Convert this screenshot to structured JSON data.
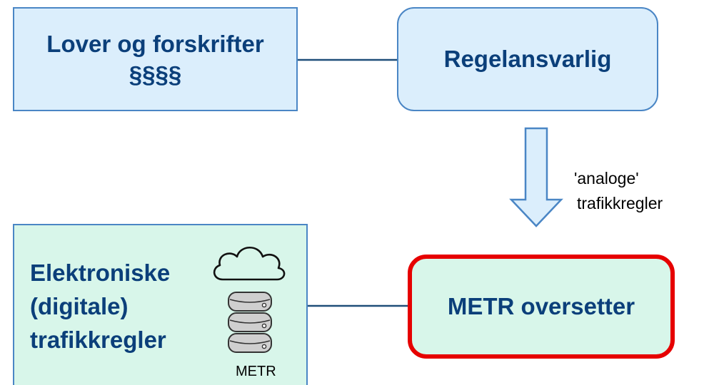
{
  "boxes": {
    "lover": {
      "line1": "Lover og forskrifter",
      "line2": "§§§§"
    },
    "regel": {
      "label": "Regelansvarlig"
    },
    "elektro": {
      "line1": "Elektroniske",
      "line2": "(digitale)",
      "line3": "trafikkregler",
      "icon_caption": "METR"
    },
    "oversetter": {
      "label": "METR oversetter"
    }
  },
  "arrow": {
    "caption_line1": "'analoge'",
    "caption_line2": "trafikkregler"
  },
  "icons": {
    "cloud": "cloud-icon",
    "database": "database-icon"
  },
  "colors": {
    "title_text": "#0b3f7a",
    "blue_fill": "#dbeefc",
    "green_fill": "#d8f6ea",
    "box_border": "#4a86c5",
    "highlight_border": "#e60000",
    "connector": "#1f4e79"
  }
}
